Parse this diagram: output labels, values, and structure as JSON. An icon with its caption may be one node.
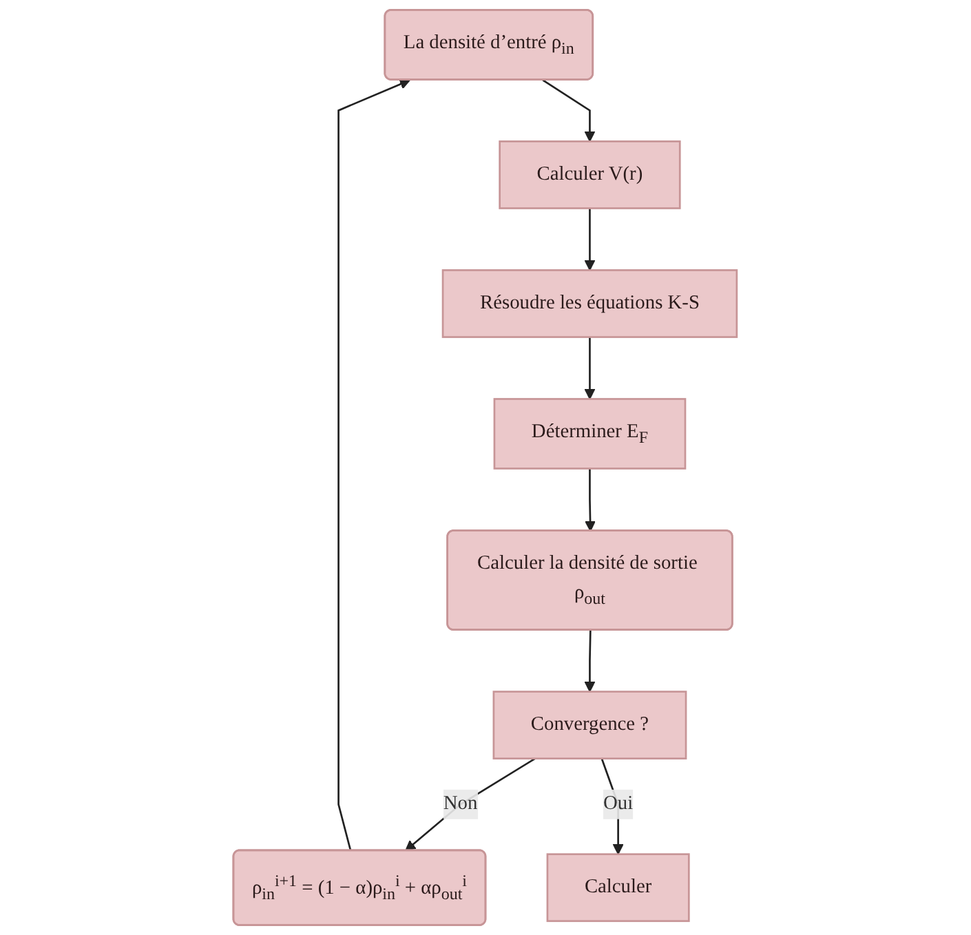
{
  "diagram": {
    "nodes": [
      {
        "text": [
          "La densité d’entré ρ$_{in}$"
        ]
      },
      {
        "text": [
          "Calculer V(r)"
        ]
      },
      {
        "text": [
          "Résoudre les équations K-S"
        ]
      },
      {
        "text": [
          "Déterminer E$_{F}$"
        ]
      },
      {
        "text": [
          "Calculer la densité de sortie ρ$_{out}$"
        ]
      },
      {
        "text": [
          "Convergence ?"
        ]
      },
      {
        "text": [
          "ρ$_{in}$$^{i+1}$ = (1 − α)ρ$_{in}$$^{i}$ + αρ$_{out}$$^{i}$"
        ]
      },
      {
        "text": [
          "Calculer"
        ]
      }
    ],
    "edges": [
      {
        "from": 0,
        "to": 1,
        "arrow": "to"
      },
      {
        "from": 1,
        "to": 2,
        "arrow": "to"
      },
      {
        "from": 2,
        "to": 3,
        "arrow": "to"
      },
      {
        "from": 3,
        "to": 4,
        "arrow": "to"
      },
      {
        "from": 4,
        "to": 5,
        "arrow": "to"
      },
      {
        "from": 5,
        "to": 6,
        "label": "Non",
        "arrow": "to"
      },
      {
        "from": 5,
        "to": 7,
        "label": "Oui",
        "arrow": "to"
      },
      {
        "from": 6,
        "to": 0,
        "arrow": "to"
      }
    ]
  }
}
